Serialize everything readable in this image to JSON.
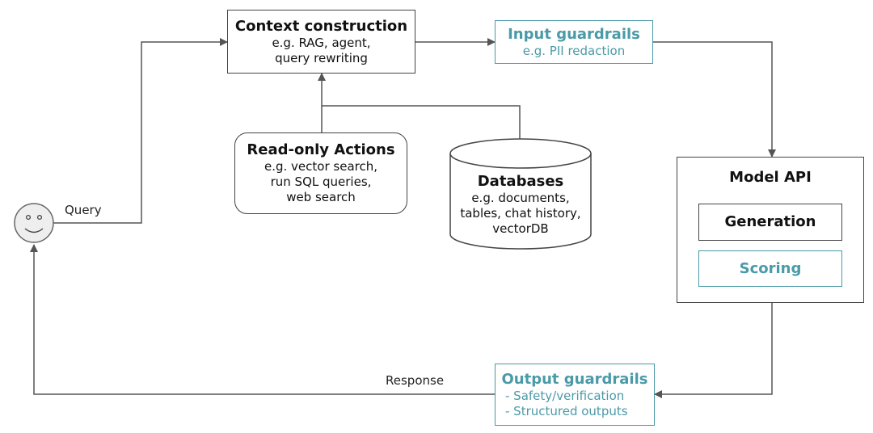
{
  "context": {
    "title": "Context construction",
    "lines": [
      "e.g. RAG, agent,",
      "query rewriting"
    ]
  },
  "input_guardrails": {
    "title": "Input guardrails",
    "lines": [
      "e.g. PII redaction"
    ]
  },
  "actions": {
    "title": "Read-only Actions",
    "lines": [
      "e.g. vector search,",
      "run SQL queries,",
      "web search"
    ]
  },
  "databases": {
    "title": "Databases",
    "lines": [
      "e.g. documents,",
      "tables, chat history,",
      "vectorDB"
    ]
  },
  "model_api": {
    "title": "Model API",
    "generation": "Generation",
    "scoring": "Scoring"
  },
  "output_guardrails": {
    "title": "Output guardrails",
    "lines": [
      "- Safety/verification",
      "- Structured outputs"
    ]
  },
  "labels": {
    "query": "Query",
    "response": "Response"
  },
  "user": {
    "icon": "smiley-face-icon"
  },
  "colors": {
    "teal": "#4a9aa8",
    "border": "#444444",
    "arrow": "#555555"
  }
}
